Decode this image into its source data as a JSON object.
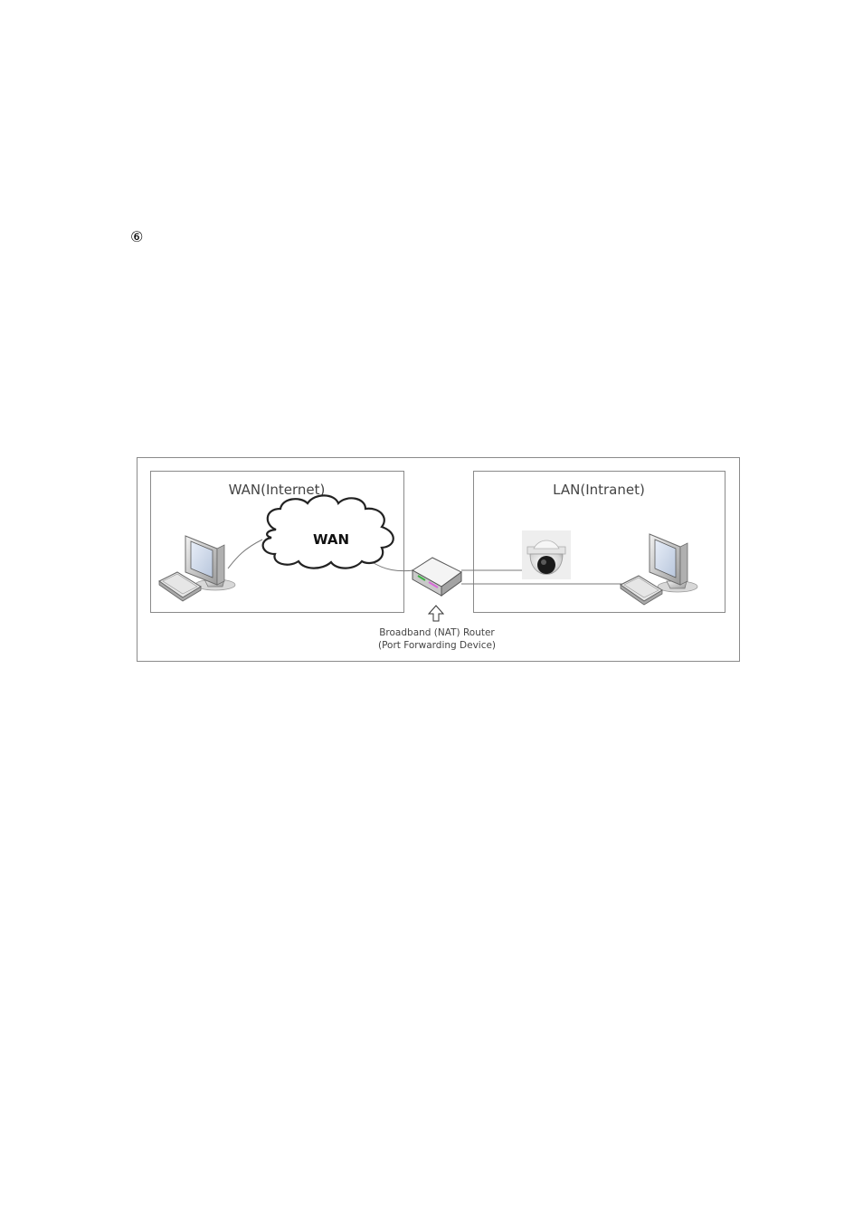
{
  "page": {
    "step_marker": "⑥"
  },
  "diagram": {
    "wan_zone_title": "WAN(Internet)",
    "lan_zone_title": "LAN(Intranet)",
    "cloud_label": "WAN",
    "router_caption_line1": "Broadband (NAT) Router",
    "router_caption_line2": "(Port Forwarding Device)"
  }
}
